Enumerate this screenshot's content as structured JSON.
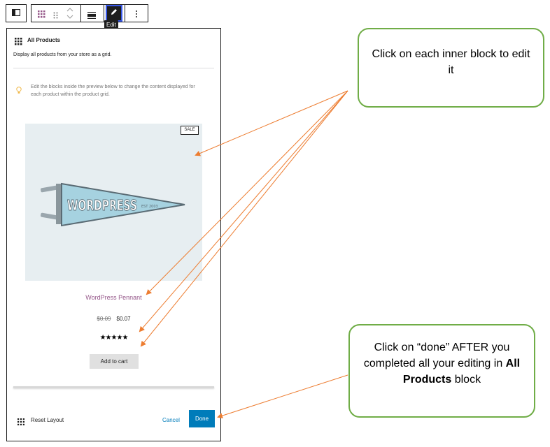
{
  "toolbar": {
    "tooltip": "Edit",
    "items": [
      "sidebar-toggle-icon",
      "block-grid-icon",
      "drag-handle-icon",
      "move-up-down-icon",
      "align-icon",
      "edit-pencil-icon",
      "more-options-icon"
    ]
  },
  "panel": {
    "title": "All Products",
    "description": "Display all products from your store as a grid.",
    "notice": "Edit the blocks inside the preview below to change the content displayed for each product within the product grid.",
    "product": {
      "sale_badge": "SALE",
      "image_text": "WORDPRESS",
      "image_subtext": "EST 2003",
      "name": "WordPress Pennant",
      "old_price": "$0.09",
      "price": "$0.07",
      "rating_stars": "★★★★★",
      "rating": 5,
      "add_to_cart": "Add to cart"
    },
    "footer": {
      "reset_layout": "Reset Layout",
      "cancel": "Cancel",
      "done": "Done"
    }
  },
  "callouts": {
    "inner_block": "Click on each inner block to edit it",
    "done_prefix": "Click on “done” AFTER you completed all your editing in ",
    "done_bold": "All Products",
    "done_suffix": " block"
  },
  "colors": {
    "callout_border": "#70ad47",
    "arrow": "#ed7d31",
    "accent_blue": "#007cba",
    "product_name": "#96588a"
  }
}
